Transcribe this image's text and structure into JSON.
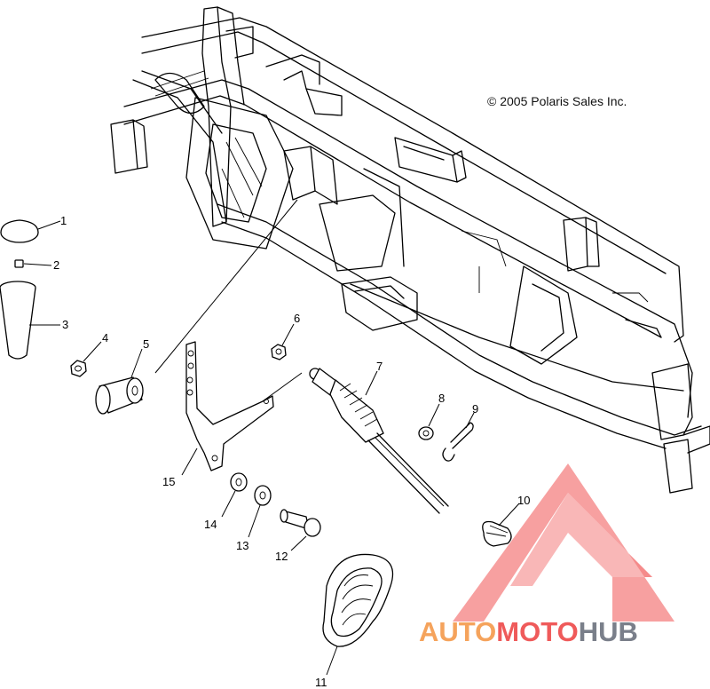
{
  "copyright": "© 2005 Polaris Sales Inc.",
  "callouts": [
    "1",
    "2",
    "3",
    "4",
    "5",
    "6",
    "7",
    "8",
    "9",
    "10",
    "11",
    "12",
    "13",
    "14",
    "15"
  ],
  "watermark": {
    "part1": "AUTO",
    "part2": "MOTO",
    "part3": "HUB",
    "color1": "#f5a35c",
    "color2": "#ef5a5a",
    "color3": "#7a7f8a",
    "logo_color": "#f26d6d"
  }
}
